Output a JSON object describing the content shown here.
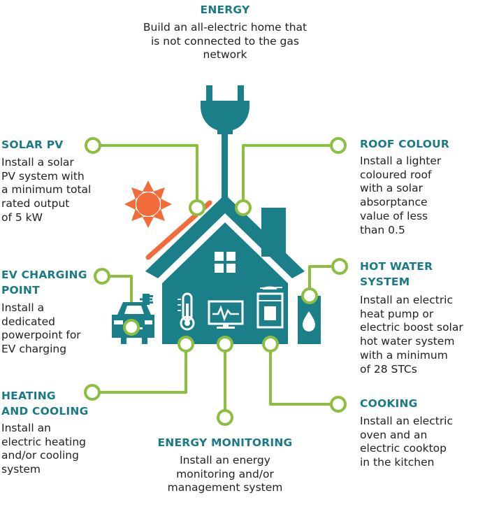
{
  "colors": {
    "teal": "#1b7f89",
    "green": "#8cbf3f",
    "heading": "#1a7a86",
    "sun": "#f26b3a",
    "text": "#222222"
  },
  "energy": {
    "title": "ENERGY",
    "description": "Build an all-electric home that\nis not connected to the gas\nnetwork"
  },
  "solar_pv": {
    "title": "SOLAR PV",
    "description": "Install a solar\nPV system with\na minimum total\nrated output\nof 5 kW"
  },
  "roof_colour": {
    "title": "ROOF COLOUR",
    "description": "Install a lighter\ncoloured roof\nwith a solar\nabsorptance\nvalue of less\nthan 0.5"
  },
  "ev_charging": {
    "title": "EV CHARGING\nPOINT",
    "description": "Install a\ndedicated\npowerpoint for\nEV charging"
  },
  "hot_water": {
    "title": "HOT WATER\nSYSTEM",
    "description": "Install an electric\nheat pump or\nelectric boost solar\nhot water system\nwith a minimum\nof 28 STCs"
  },
  "heating_cooling": {
    "title": "HEATING\nAND COOLING",
    "description": "Install an\nelectric heating\nand/or cooling\nsystem"
  },
  "energy_monitoring": {
    "title": "ENERGY MONITORING",
    "description": "Install an energy\nmonitoring and/or\nmanagement system"
  },
  "cooking": {
    "title": "COOKING",
    "description": "Install an electric\noven and an\nelectric cooktop\nin the kitchen"
  },
  "icons": [
    "plug-icon",
    "sun-icon",
    "solar-panel-icon",
    "house-icon",
    "window-icon",
    "chimney-icon",
    "thermometer-icon",
    "monitor-icon",
    "oven-icon",
    "hot-water-tank-icon",
    "car-icon",
    "charger-plug-icon"
  ]
}
